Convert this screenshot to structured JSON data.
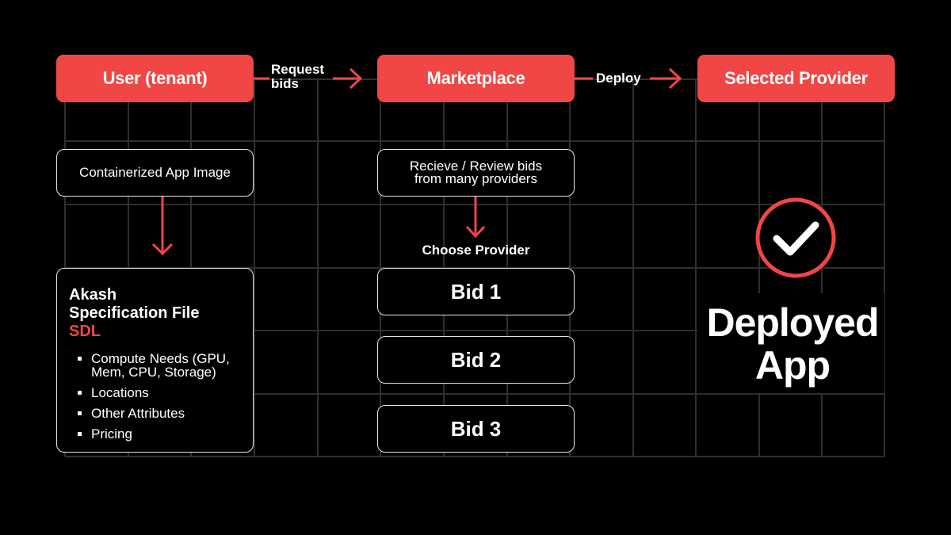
{
  "top_row": {
    "user": "User (tenant)",
    "request_label": "Request\nbids",
    "marketplace": "Marketplace",
    "deploy_label": "Deploy",
    "provider": "Selected Provider"
  },
  "left_column": {
    "app_image": "Containerized App Image",
    "spec_title_line1": "Akash",
    "spec_title_line2": "Specification File",
    "spec_sdl": "SDL",
    "spec_items": [
      "Compute Needs (GPU, Mem, CPU, Storage)",
      "Locations",
      "Other Attributes",
      "Pricing"
    ]
  },
  "middle_column": {
    "review_bids": "Recieve / Review bids from many providers",
    "choose_provider": "Choose Provider",
    "bids": [
      "Bid 1",
      "Bid 2",
      "Bid 3"
    ]
  },
  "right_column": {
    "deployed_line1": "Deployed",
    "deployed_line2": "App",
    "status_icon": "checkmark-circle-icon"
  },
  "colors": {
    "accent": "#f04646",
    "background": "#000000",
    "text": "#ffffff",
    "grid": "#2f2f2f"
  }
}
